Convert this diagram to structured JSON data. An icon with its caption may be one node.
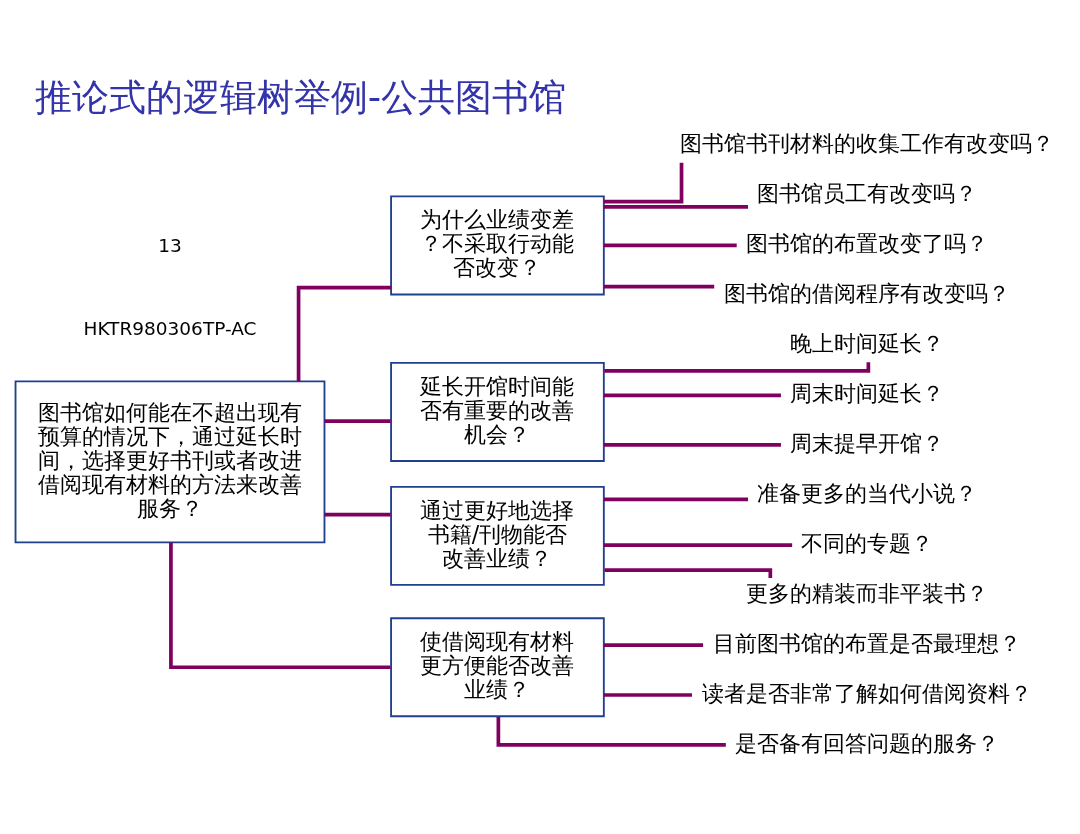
{
  "diagram": {
    "title": "推论式的逻辑树举例-公共图书馆",
    "nodes": [
      {
        "text": [
          "图书馆如何能在不超出现有预算的情况下，通过延长时间，选择更好书刊或者改进借阅现有材料的方法来改善服务？"
        ]
      },
      {
        "text": [
          "为什么业绩变差？不采取行动能否改变？"
        ]
      },
      {
        "text": [
          "延长开馆时间能否有重要的改善机会？"
        ]
      },
      {
        "text": [
          "通过更好地选择书籍/刊物能否改善业绩？"
        ]
      },
      {
        "text": [
          "使借阅现有材料更方便能否改善业绩？"
        ]
      },
      {
        "text": [
          "图书馆书刊材料的收集工作有改变吗？"
        ]
      },
      {
        "text": [
          "图书馆员工有改变吗？"
        ]
      },
      {
        "text": [
          "图书馆的布置改变了吗？"
        ]
      },
      {
        "text": [
          "图书馆的借阅程序有改变吗？"
        ]
      },
      {
        "text": [
          "晚上时间延长？"
        ]
      },
      {
        "text": [
          "周末时间延长？"
        ]
      },
      {
        "text": [
          "周末提早开馆？"
        ]
      },
      {
        "text": [
          "准备更多的当代小说？"
        ]
      },
      {
        "text": [
          "不同的专题？"
        ]
      },
      {
        "text": [
          "更多的精装而非平装书？"
        ]
      },
      {
        "text": [
          "目前图书馆的布置是否最理想？"
        ]
      },
      {
        "text": [
          "读者是否非常了解如何借阅资料？"
        ]
      },
      {
        "text": [
          "是否备有回答问题的服务？"
        ]
      }
    ],
    "edges": [
      {
        "from": 0,
        "to": 1,
        "arrow": "none"
      },
      {
        "from": 0,
        "to": 2,
        "arrow": "none"
      },
      {
        "from": 0,
        "to": 3,
        "arrow": "none"
      },
      {
        "from": 0,
        "to": 4,
        "arrow": "none"
      },
      {
        "from": 1,
        "to": 5,
        "arrow": "none"
      },
      {
        "from": 1,
        "to": 6,
        "arrow": "none"
      },
      {
        "from": 1,
        "to": 7,
        "arrow": "none"
      },
      {
        "from": 1,
        "to": 8,
        "arrow": "none"
      },
      {
        "from": 2,
        "to": 9,
        "arrow": "none"
      },
      {
        "from": 2,
        "to": 10,
        "arrow": "none"
      },
      {
        "from": 2,
        "to": 11,
        "arrow": "none"
      },
      {
        "from": 3,
        "to": 12,
        "arrow": "none"
      },
      {
        "from": 3,
        "to": 13,
        "arrow": "none"
      },
      {
        "from": 3,
        "to": 14,
        "arrow": "none"
      },
      {
        "from": 4,
        "to": 15,
        "arrow": "none"
      },
      {
        "from": 4,
        "to": 16,
        "arrow": "none"
      },
      {
        "from": 4,
        "to": 17,
        "arrow": "none"
      }
    ],
    "labels": [
      "HKTR980306TP-AC",
      "13"
    ]
  }
}
